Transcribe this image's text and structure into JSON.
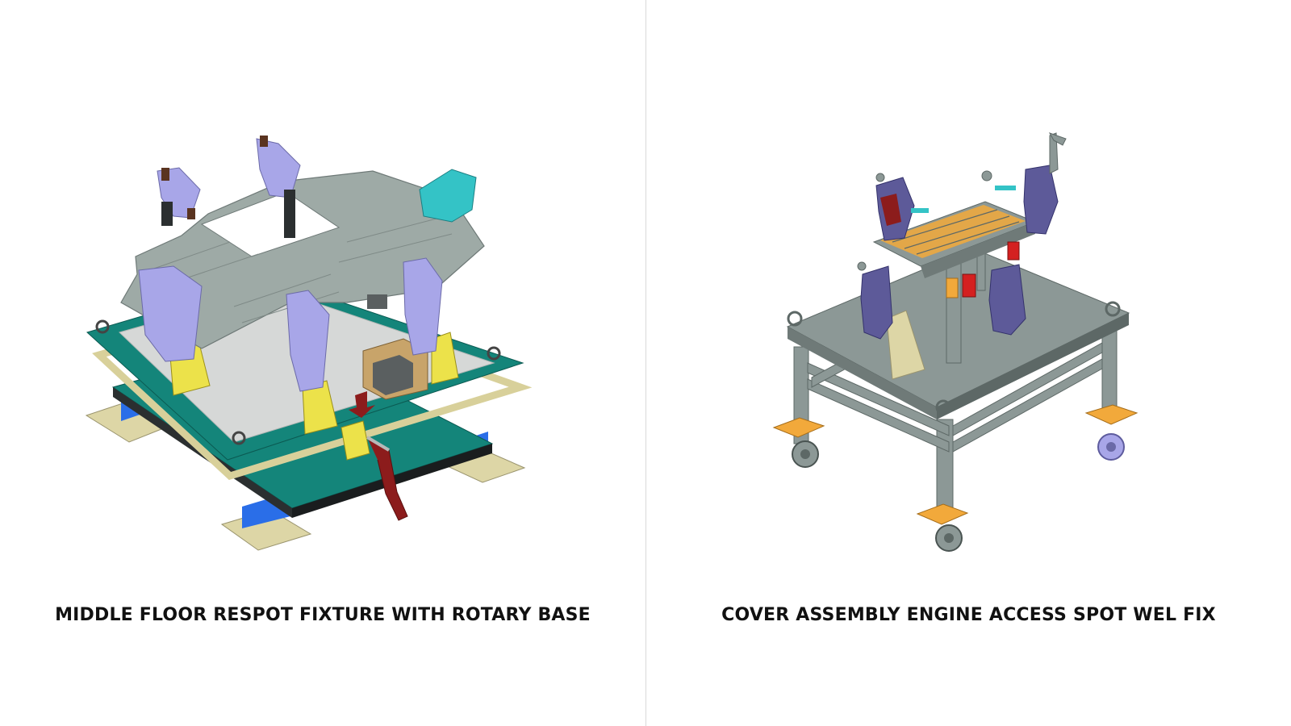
{
  "panels": [
    {
      "caption": "MIDDLE FLOOR RESPOT FIXTURE WITH ROTARY BASE",
      "image_subject": "fixture-render-rotary-base"
    },
    {
      "caption": "COVER ASSEMBLY ENGINE ACCESS SPOT WEL FIX",
      "image_subject": "fixture-render-stand-with-casters"
    }
  ],
  "colors": {
    "divider": "#d9d9d9",
    "caption_text": "#111111",
    "teal_plate": "#14857a",
    "grey_sheet": "#9eaaa6",
    "lavender_clamp": "#a8a6e8",
    "yellow_support": "#ece24a",
    "tan_pad": "#ddd6a6",
    "blue_block": "#2a6ee8",
    "frame_grey": "#8c9896",
    "orange_mount": "#f2a93b",
    "red_lever": "#8c1c1c",
    "cyan_clamp": "#34c3c6"
  }
}
